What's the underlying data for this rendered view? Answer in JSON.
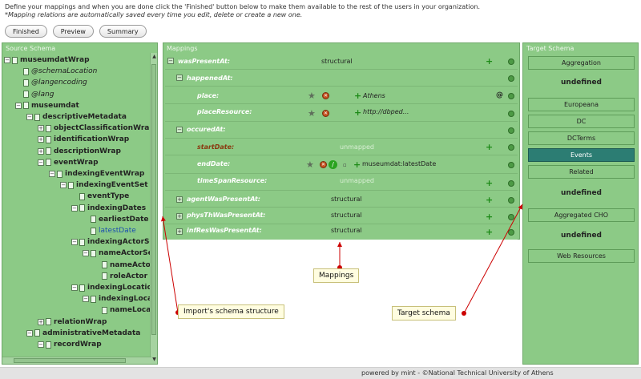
{
  "intro": {
    "line1": "Define your mappings and when you are done click the 'Finished' button below to make them available to the rest of the users in your organization.",
    "line2": "*Mapping relations are automatically saved every time you edit, delete or create a new one."
  },
  "buttons": {
    "finished": "Finished",
    "preview": "Preview",
    "summary": "Summary"
  },
  "source": {
    "title": "Source Schema",
    "tree": [
      {
        "label": "museumdatWrap",
        "toggle": "-",
        "bold": true
      },
      {
        "label": "@schemaLocation",
        "italic": true
      },
      {
        "label": "@langencoding",
        "italic": true
      },
      {
        "label": "@lang",
        "italic": true
      },
      {
        "label": "museumdat",
        "toggle": "-",
        "bold": true
      },
      {
        "label": "descriptiveMetadata",
        "toggle": "-",
        "bold": true
      },
      {
        "label": "objectClassificationWrap",
        "toggle": "+",
        "bold": true
      },
      {
        "label": "identificationWrap",
        "toggle": "+",
        "bold": true
      },
      {
        "label": "descriptionWrap",
        "toggle": "+",
        "bold": true
      },
      {
        "label": "eventWrap",
        "toggle": "-",
        "bold": true
      },
      {
        "label": "indexingEventWrap",
        "toggle": "-",
        "bold": true
      },
      {
        "label": "indexingEventSet",
        "toggle": "-",
        "bold": true
      },
      {
        "label": "eventType",
        "bold": true
      },
      {
        "label": "indexingDates",
        "toggle": "-",
        "bold": true
      },
      {
        "label": "earliestDate",
        "bold": true
      },
      {
        "label": "latestDate",
        "selected": true
      },
      {
        "label": "indexingActorSet",
        "toggle": "-",
        "bold": true
      },
      {
        "label": "nameActorSet",
        "toggle": "-",
        "bold": true
      },
      {
        "label": "nameActor",
        "bold": true
      },
      {
        "label": "roleActor",
        "bold": true
      },
      {
        "label": "indexingLocationWra",
        "toggle": "-",
        "bold": true
      },
      {
        "label": "indexingLocationS",
        "toggle": "-",
        "bold": true
      },
      {
        "label": "nameLocationS",
        "bold": true
      },
      {
        "label": "relationWrap",
        "toggle": "+",
        "bold": true
      },
      {
        "label": "administrativeMetadata",
        "toggle": "-",
        "bold": true
      },
      {
        "label": "recordWrap",
        "toggle": "-",
        "bold": true
      }
    ]
  },
  "mappings": {
    "title": "Mappings",
    "rows": [
      {
        "field": "wasPresentAt:",
        "value": "structural"
      },
      {
        "field": "happenedAt:",
        "value": ""
      },
      {
        "field": "place:",
        "value": "Athens"
      },
      {
        "field": "placeResource:",
        "value": "http://dbped..."
      },
      {
        "field": "occuredAt:",
        "value": ""
      },
      {
        "field": "startDate:",
        "value": "unmapped"
      },
      {
        "field": "endDate:",
        "value": "museumdat:latestDate"
      },
      {
        "field": "timeSpanResource:",
        "value": "unmapped"
      },
      {
        "field": "agentWasPresentAt:",
        "value": "structural"
      },
      {
        "field": "physThWasPresentAt:",
        "value": "structural"
      },
      {
        "field": "infResWasPresentAt:",
        "value": "structural"
      }
    ],
    "edit_glyph": "/",
    "at_glyph": "@"
  },
  "target": {
    "title": "Target Schema",
    "items": [
      {
        "label": "Aggregation",
        "kind": "button"
      },
      {
        "label": "undefined",
        "kind": "text"
      },
      {
        "label": "Europeana",
        "kind": "button"
      },
      {
        "label": "DC",
        "kind": "button"
      },
      {
        "label": "DCTerms",
        "kind": "button"
      },
      {
        "label": "Events",
        "kind": "button",
        "active": true
      },
      {
        "label": "Related",
        "kind": "button"
      },
      {
        "label": "undefined",
        "kind": "text"
      },
      {
        "label": "Aggregated CHO",
        "kind": "button"
      },
      {
        "label": "undefined",
        "kind": "text"
      },
      {
        "label": "Web Resources",
        "kind": "button"
      }
    ]
  },
  "annotations": {
    "import_schema": "Import's schema structure",
    "mappings": "Mappings",
    "target_schema": "Target schema"
  },
  "footer": "powered by mint - ©National Technical University of Athens",
  "colors": {
    "panel": "#8cca86",
    "active_tab": "#2c7d73",
    "annotation_arrow": "#cc0000",
    "callout_bg": "#fffde0"
  }
}
